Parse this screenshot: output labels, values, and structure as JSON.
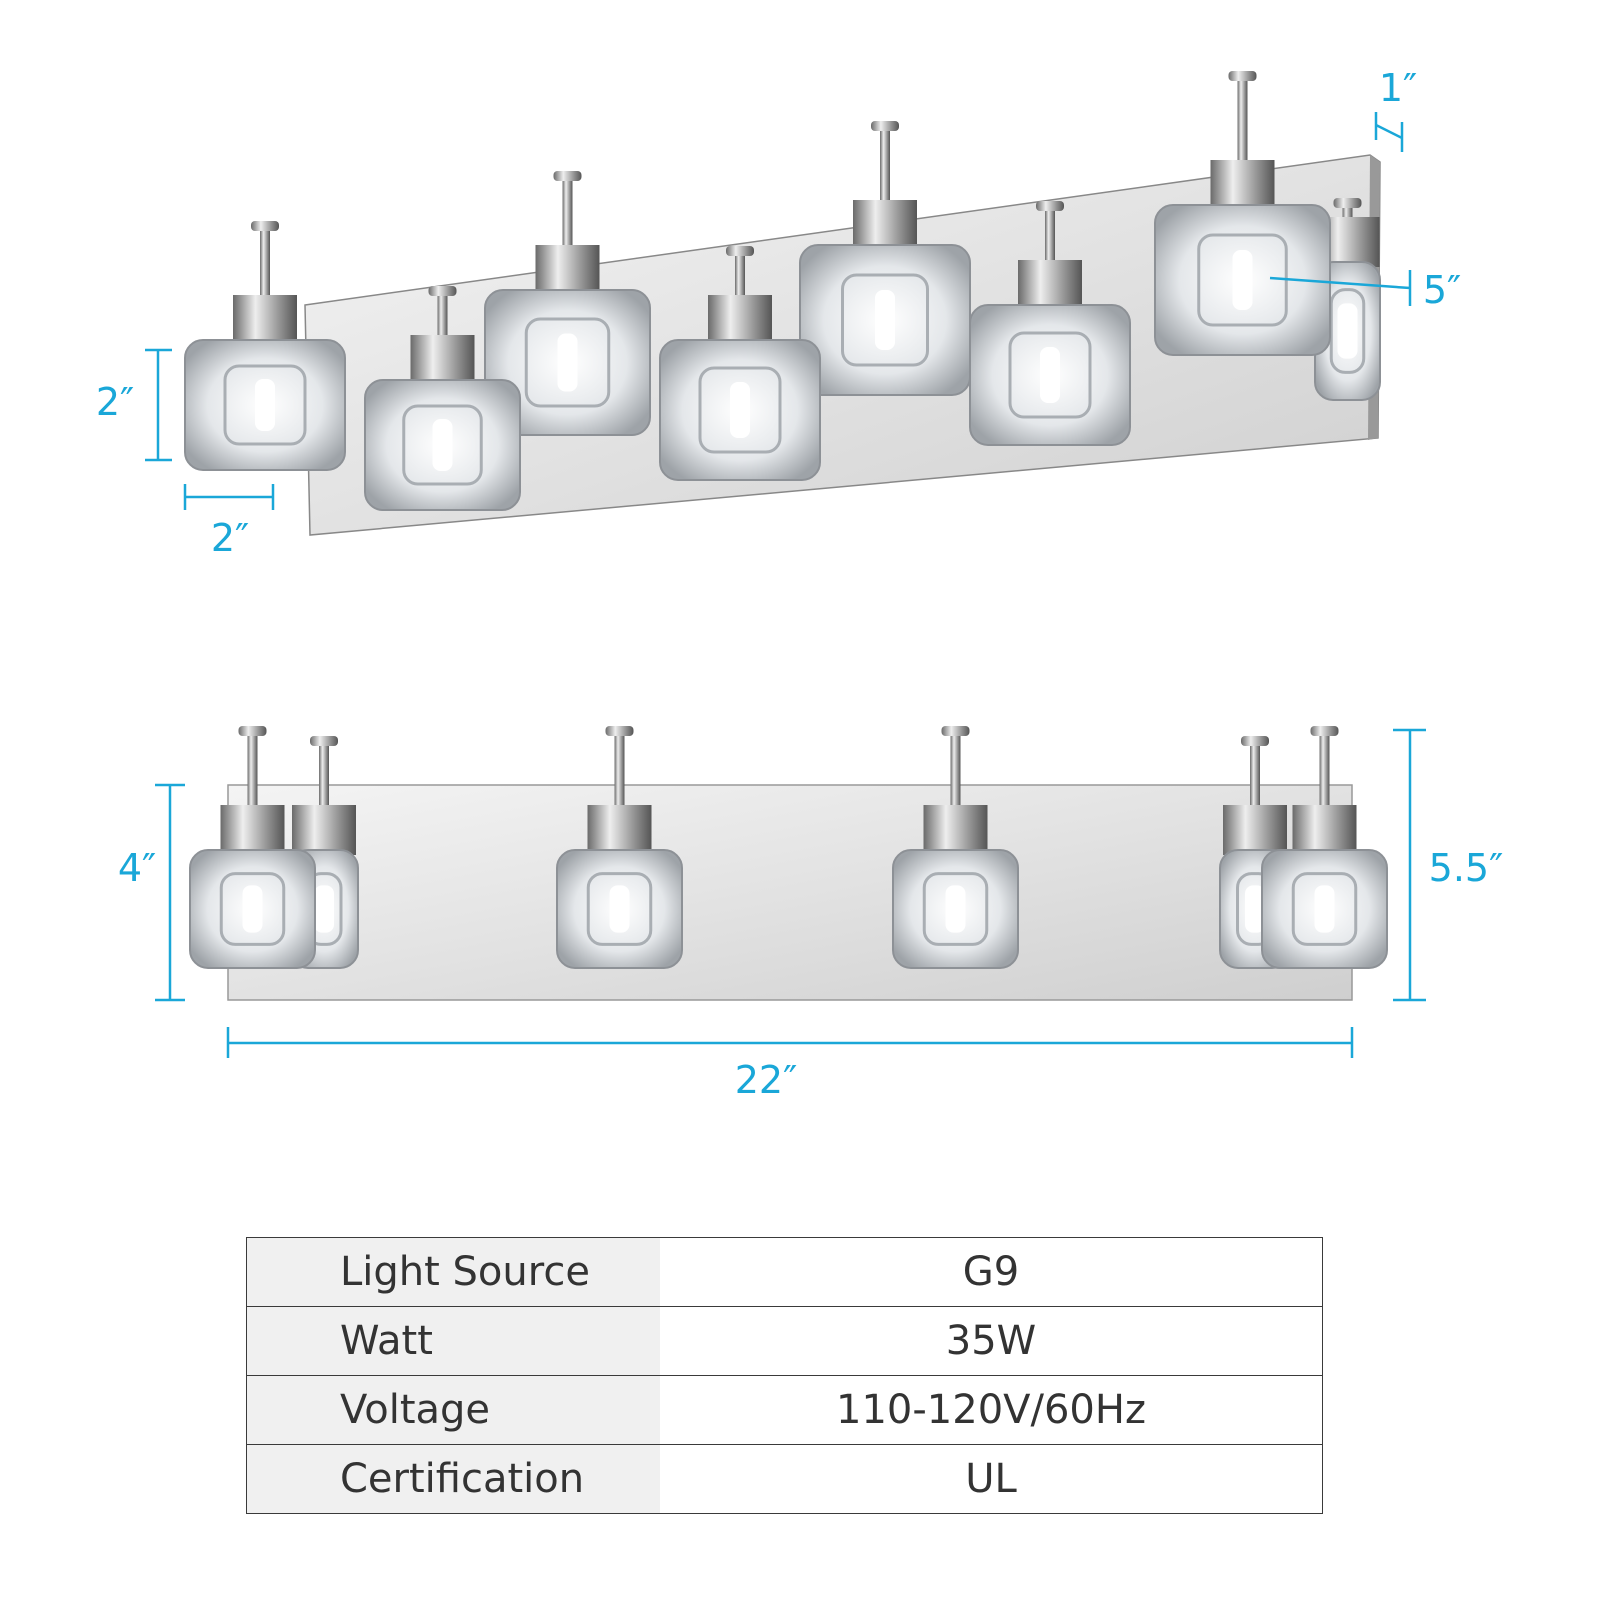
{
  "colors": {
    "dimension": "#1aa7d8",
    "table_label_bg": "#f0f0f0",
    "table_border": "#3a3a3a",
    "text": "#333333"
  },
  "top_view": {
    "dimensions": {
      "shade_height": "2″",
      "shade_width": "2″",
      "depth": "1″",
      "extension": "5″"
    }
  },
  "front_view": {
    "dimensions": {
      "backplate_height": "4″",
      "total_height": "5.5″",
      "width": "22″"
    }
  },
  "specs": [
    {
      "label": "Light Source",
      "value": "G9"
    },
    {
      "label": "Watt",
      "value": "35W"
    },
    {
      "label": "Voltage",
      "value": "110-120V/60Hz"
    },
    {
      "label": "Certification",
      "value": "UL"
    }
  ]
}
